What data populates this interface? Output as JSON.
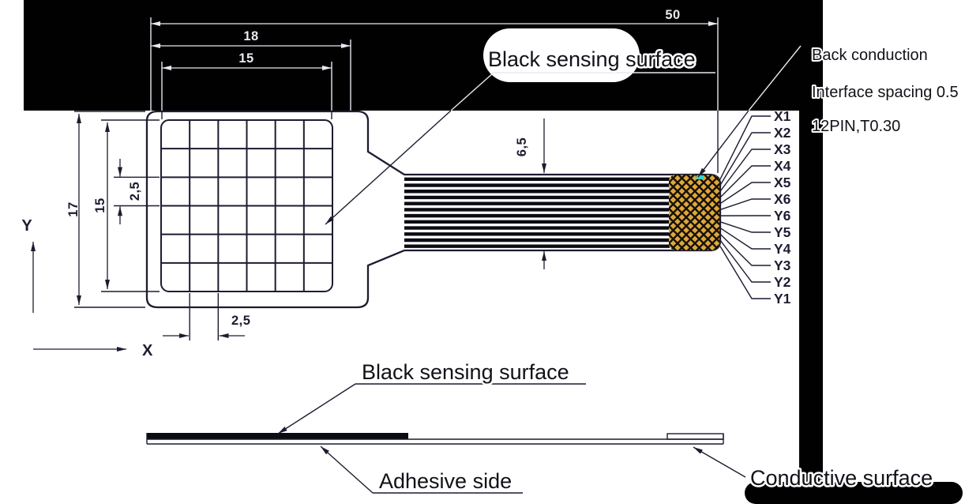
{
  "colors": {
    "ink": "#1c1c30",
    "lightink": "#e8e9f1",
    "banner": "#010101",
    "gold": "#dda73c",
    "hatch": "#151006",
    "trace": "#0b0b14",
    "teal": "#39cfc5",
    "paper": "#ffffff"
  },
  "dimensions": {
    "overall_length": "50",
    "outer_width": "18",
    "grid_width": "15",
    "body_height": "17",
    "grid_height": "15",
    "row_pitch": "2,5",
    "col_pitch": "2,5",
    "cable_width": "6,5"
  },
  "axes": {
    "x": "X",
    "y": "Y"
  },
  "pins": [
    "X1",
    "X2",
    "X3",
    "X4",
    "X5",
    "X6",
    "Y6",
    "Y5",
    "Y4",
    "Y3",
    "Y2",
    "Y1"
  ],
  "labels": {
    "top_sensing": "Black sensing surface",
    "back_conduction": "Back conduction",
    "interface_spacing": "Interface spacing 0.5",
    "pin_spec": "12PIN,T0.30",
    "side_sensing": "Black sensing surface",
    "adhesive": "Adhesive side",
    "conductive": "Conductive surface"
  }
}
